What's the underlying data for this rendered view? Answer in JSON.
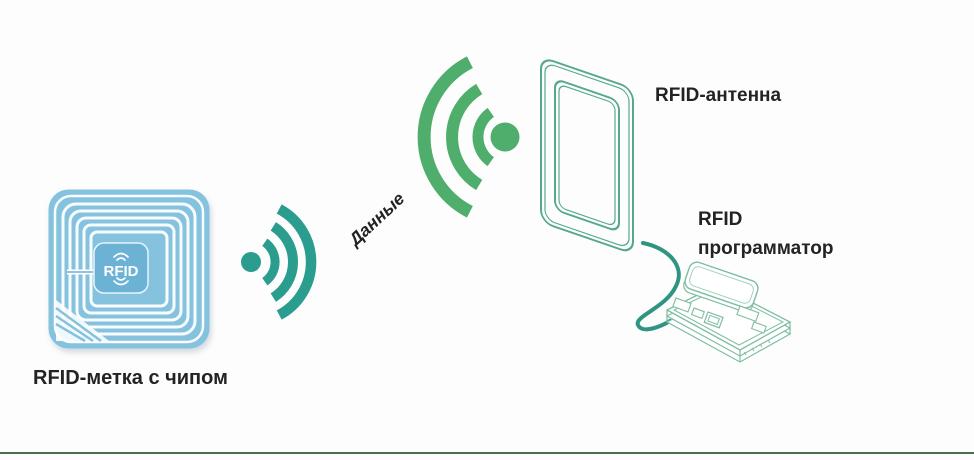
{
  "diagram": {
    "labels": {
      "tag": "RFID-метка с чипом",
      "chip": "RFID",
      "data": "Данные",
      "antenna": "RFID-антенна",
      "programmer_line1": "RFID",
      "programmer_line2": "программатор"
    },
    "colors": {
      "tag_body": "#85c2de",
      "tag_chip": "#6cb2d4",
      "signal_small": "#2a9d8f",
      "signal_large": "#4fae6c",
      "antenna_outline": "#55a88e",
      "cable": "#2f9582",
      "board_outline": "#7fbda2",
      "divider": "#46704e"
    },
    "icons": [
      "rfid-tag-icon",
      "chip-wifi-icon",
      "wifi-signal-small-icon",
      "wifi-signal-large-icon",
      "antenna-frame-icon",
      "cable-line",
      "circuit-board-icon"
    ]
  }
}
